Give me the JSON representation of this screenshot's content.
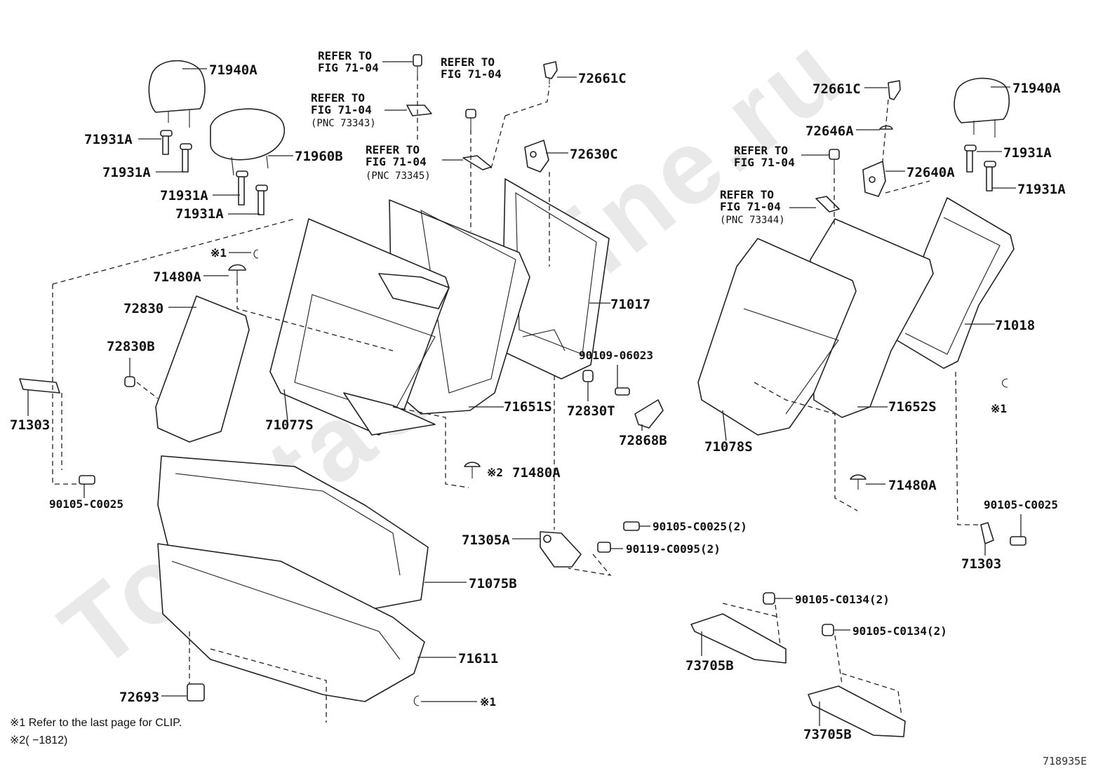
{
  "watermark": "ToyotaCarMine.ru",
  "figure_id": "718935E",
  "notes": {
    "note1": "※1  Refer to the last page for CLIP.",
    "note2": "※2(     −1812)"
  },
  "refs": {
    "refer_to": "REFER TO",
    "fig": "FIG 71-04",
    "pnc_73343": "(PNC 73343)",
    "pnc_73345": "(PNC 73345)",
    "pnc_73344": "(PNC 73344)"
  },
  "mark1": "※1",
  "mark2": "※2",
  "labels": {
    "p71940A": "71940A",
    "p71931A": "71931A",
    "p71960B": "71960B",
    "p72661C": "72661C",
    "p72630C": "72630C",
    "p72646A": "72646A",
    "p72640A": "72640A",
    "p71480A": "71480A",
    "p72830": "72830",
    "p72830B": "72830B",
    "p71303": "71303",
    "p71077S": "71077S",
    "p71017": "71017",
    "p71651S": "71651S",
    "p90109": "90109-06023",
    "p72830T": "72830T",
    "p72868B": "72868B",
    "p71078S": "71078S",
    "p71652S": "71652S",
    "p71018": "71018",
    "p90105C0025": "90105-C0025",
    "p90105C0025x2": "90105-C0025(2)",
    "p90119": "90119-C0095(2)",
    "p71305A": "71305A",
    "p71075B": "71075B",
    "p71611": "71611",
    "p72693": "72693",
    "p90105C0134x2": "90105-C0134(2)",
    "p73705B": "73705B"
  }
}
